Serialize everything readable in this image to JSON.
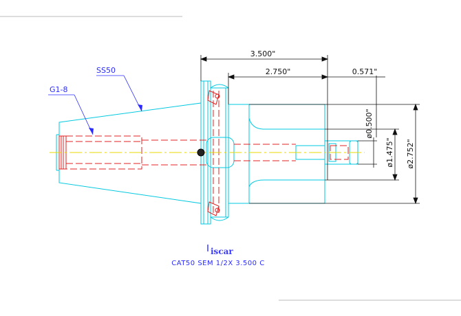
{
  "dimensions": {
    "overall_length": "3.500\"",
    "shank_length": "2.750\"",
    "tip_length": "0.571\"",
    "bore_diameter": "ø0.500\"",
    "nose_diameter": "ø1.475\"",
    "body_diameter": "ø2.752\""
  },
  "callouts": {
    "thread": "G1-8",
    "taper": "SS50"
  },
  "logo": "iscar",
  "caption": "CAT50 SEM 1/2X 3.500 C",
  "colors": {
    "outline": "#00c8e0",
    "hidden_lines": "#e02020",
    "centerline": "#e8d800",
    "leader": "#2a2aff",
    "dimension": "#111111"
  }
}
